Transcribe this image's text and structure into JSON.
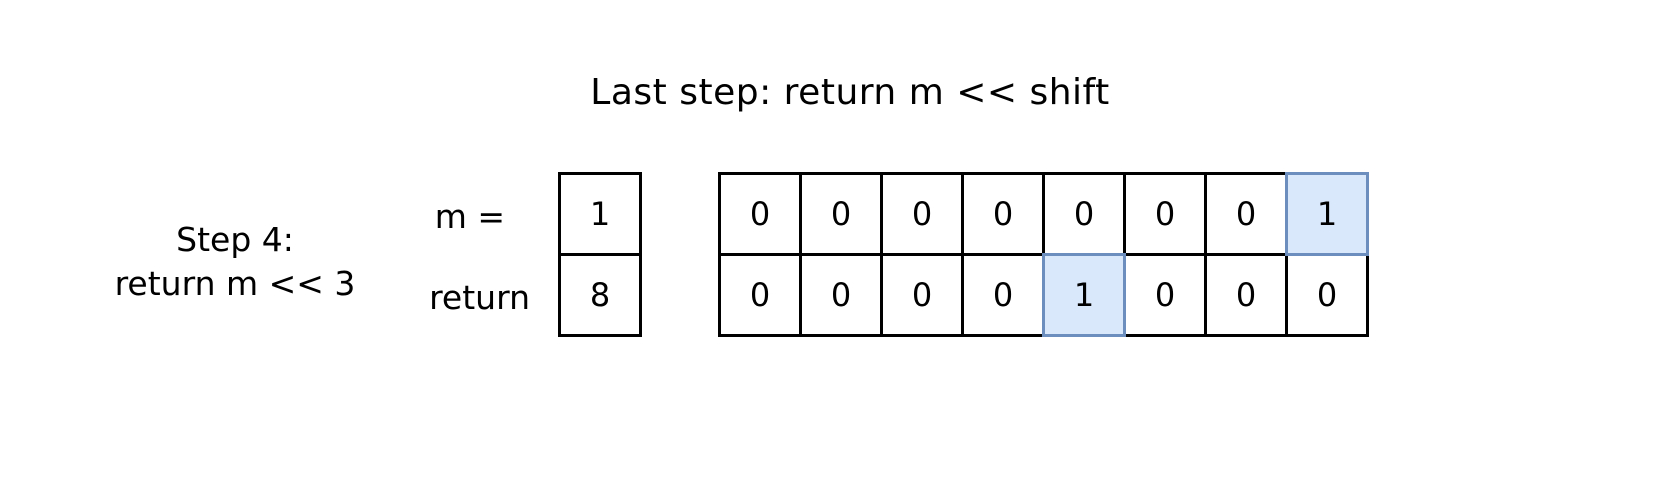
{
  "title": "Last step: return m << shift",
  "step": {
    "line1": "Step 4:",
    "line2": "return m << 3"
  },
  "rows": [
    {
      "label": "m =",
      "value": "1",
      "bits": [
        "0",
        "0",
        "0",
        "0",
        "0",
        "0",
        "0",
        "1"
      ],
      "highlight_index": 7
    },
    {
      "label": "return",
      "value": "8",
      "bits": [
        "0",
        "0",
        "0",
        "0",
        "1",
        "0",
        "0",
        "0"
      ],
      "highlight_index": 4
    }
  ],
  "colors": {
    "highlight_fill": "#dae8fc",
    "highlight_border": "#6c8ebf",
    "border": "#000000"
  }
}
